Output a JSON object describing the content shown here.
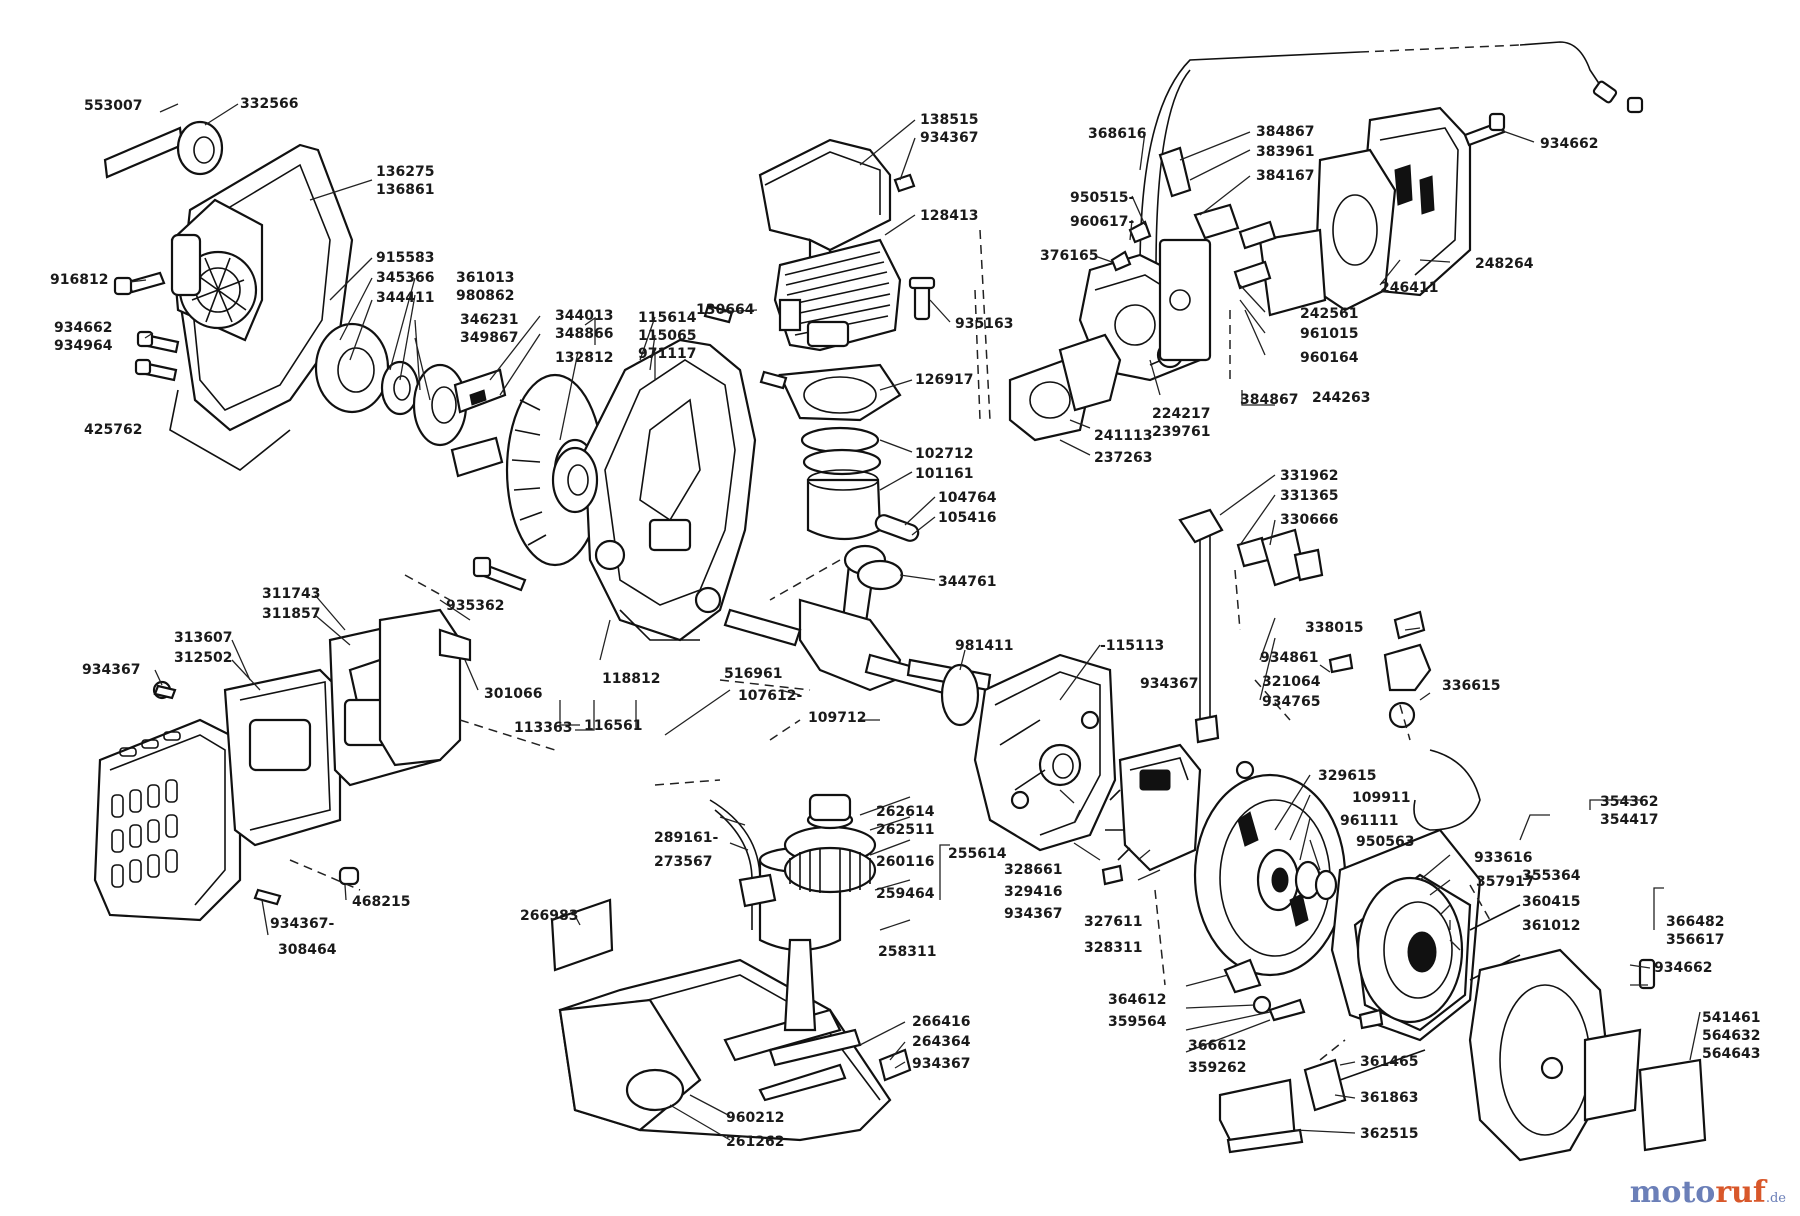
{
  "labels": {
    "l553007": "553007",
    "l332566": "332566",
    "l136275": "136275",
    "l136861": "136861",
    "l916812": "916812",
    "l915583": "915583",
    "l345366": "345366",
    "l344411": "344411",
    "l361013": "361013",
    "l980862": "980862",
    "l346231": "346231",
    "l349867": "349867",
    "l934662a": "934662",
    "l934964": "934964",
    "l425762": "425762",
    "l344013": "344013",
    "l348866": "348866",
    "l115614": "115614",
    "l115065": "115065",
    "l971117": "971117",
    "l132812": "132812",
    "l130664": "130664",
    "l138515": "138515",
    "l934367a": "934367",
    "l128413": "128413",
    "l935163": "935163",
    "l126917": "126917",
    "l102712": "102712",
    "l101161": "101161",
    "l104764": "104764",
    "l105416": "105416",
    "l344761": "344761",
    "l368616": "368616",
    "l384867a": "384867",
    "l383961": "383961",
    "l384167": "384167",
    "l950515": "950515-",
    "l960617": "960617-",
    "l376165": "376165",
    "l934662b": "934662",
    "l248264": "248264",
    "l246411": "246411",
    "l242561": "242561",
    "l961015": "961015",
    "l960164": "960164",
    "l384867b": "384867",
    "l244263": "244263",
    "l224217": "224217",
    "l239761": "239761",
    "l241113": "241113",
    "l237263": "237263",
    "l331962": "331962",
    "l331365": "331365",
    "l330666": "330666",
    "l311743": "311743",
    "l311857": "311857",
    "l313607": "313607",
    "l312502": "312502",
    "l934367b": "934367",
    "l935362": "935362",
    "l301066": "301066",
    "l118812": "118812",
    "l516961": "516961",
    "l107612": "107612-",
    "l113363": "113363",
    "l116561": "116561",
    "l981411": "981411",
    "l115113": "-115113",
    "l109712": "109712",
    "l468215": "468215",
    "l934367c": "934367-",
    "l308464": "308464",
    "l338015": "338015",
    "l934861": "934861",
    "l321064": "321064",
    "l934765": "934765",
    "l336615": "336615",
    "l934367d": "934367",
    "l329615": "329615",
    "l109911": "109911",
    "l961111": "961111",
    "l950563": "950563",
    "l354362": "354362",
    "l354417": "354417",
    "l933616": "933616",
    "l355364": "355364",
    "l357917": "357917",
    "l360415": "360415",
    "l361012": "361012",
    "l366482": "366482",
    "l356617": "356617",
    "l934662c": "934662",
    "l262614": "262614",
    "l262511": "262511",
    "l260116": "260116",
    "l259464": "259464",
    "l289161": "289161-",
    "l273567": "273567",
    "l255614": "255614",
    "l328661": "328661",
    "l329416": "329416",
    "l934367e": "934367",
    "l327611": "327611",
    "l328311": "328311",
    "l266983": "266983",
    "l258311": "258311",
    "l266416": "266416",
    "l264364": "264364",
    "l934367f": "934367",
    "l960212": "960212",
    "l261262": "261262",
    "l364612": "364612",
    "l359564": "359564",
    "l366612": "366612",
    "l359262": "359262",
    "l361465": "361465",
    "l361863": "361863",
    "l362515": "362515",
    "l541461": "541461",
    "l564632": "564632",
    "l564643": "564643"
  },
  "watermark": {
    "part1": "moto",
    "part2": "ruf",
    "part3": ".de"
  }
}
